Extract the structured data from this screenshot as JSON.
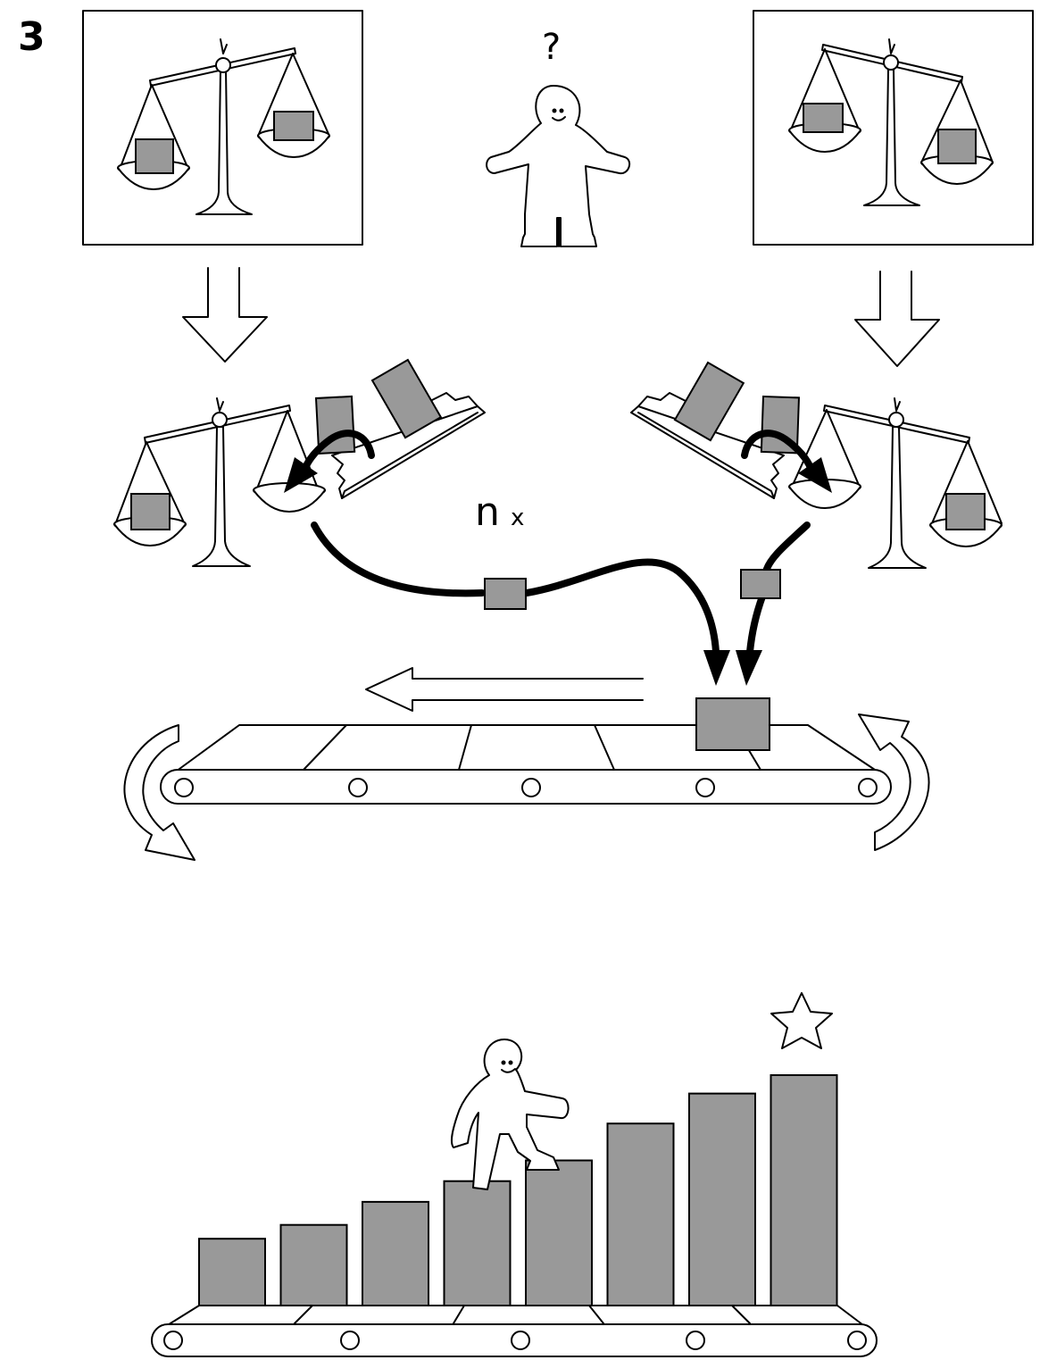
{
  "step": {
    "number": "3"
  },
  "repeat_label": {
    "n": "n",
    "x": "x"
  },
  "question_mark": "?",
  "colors": {
    "box_fill": "#999999",
    "stroke": "#000000",
    "background": "#ffffff"
  },
  "icons": [
    "scale-icon",
    "person-icon",
    "conveyor-icon",
    "star-icon",
    "arrow-icon",
    "rotate-arrow-icon"
  ],
  "progress_bars": {
    "heights_relative": [
      0.29,
      0.35,
      0.45,
      0.54,
      0.63,
      0.79,
      0.92,
      1.0
    ]
  }
}
